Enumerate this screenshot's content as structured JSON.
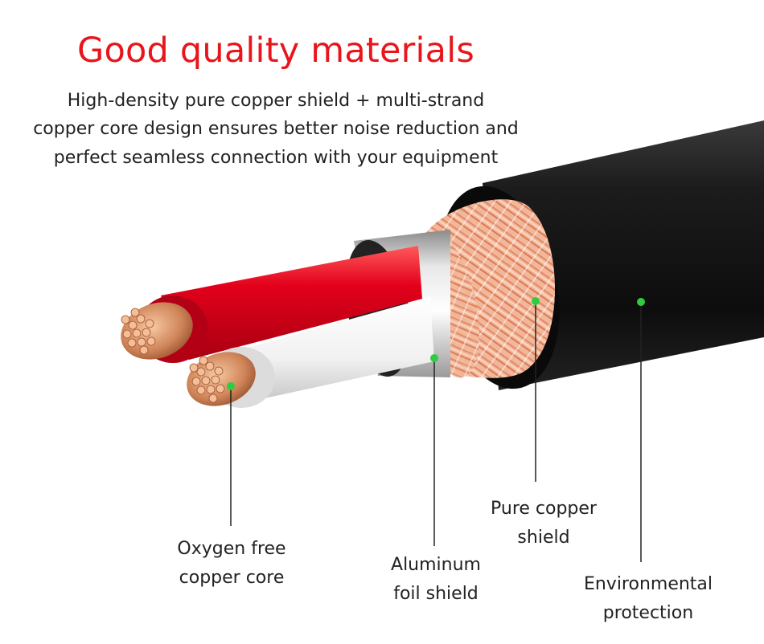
{
  "heading": {
    "title": "Good quality materials",
    "lines": [
      "High-density pure copper shield + multi-strand",
      "copper core design ensures better noise reduction and",
      "perfect seamless connection with your equipment"
    ]
  },
  "colors": {
    "title": "#e8161b",
    "pointer_dot": "#2ecc40",
    "red_insulation": "#e3001b",
    "jacket": "#111111"
  },
  "callouts": [
    {
      "line1": "Oxygen free",
      "line2": "copper core"
    },
    {
      "line1": "Aluminum",
      "line2": "foil shield"
    },
    {
      "line1": "Pure copper",
      "line2": "shield"
    },
    {
      "line1": "Environmental",
      "line2": "protection"
    }
  ]
}
